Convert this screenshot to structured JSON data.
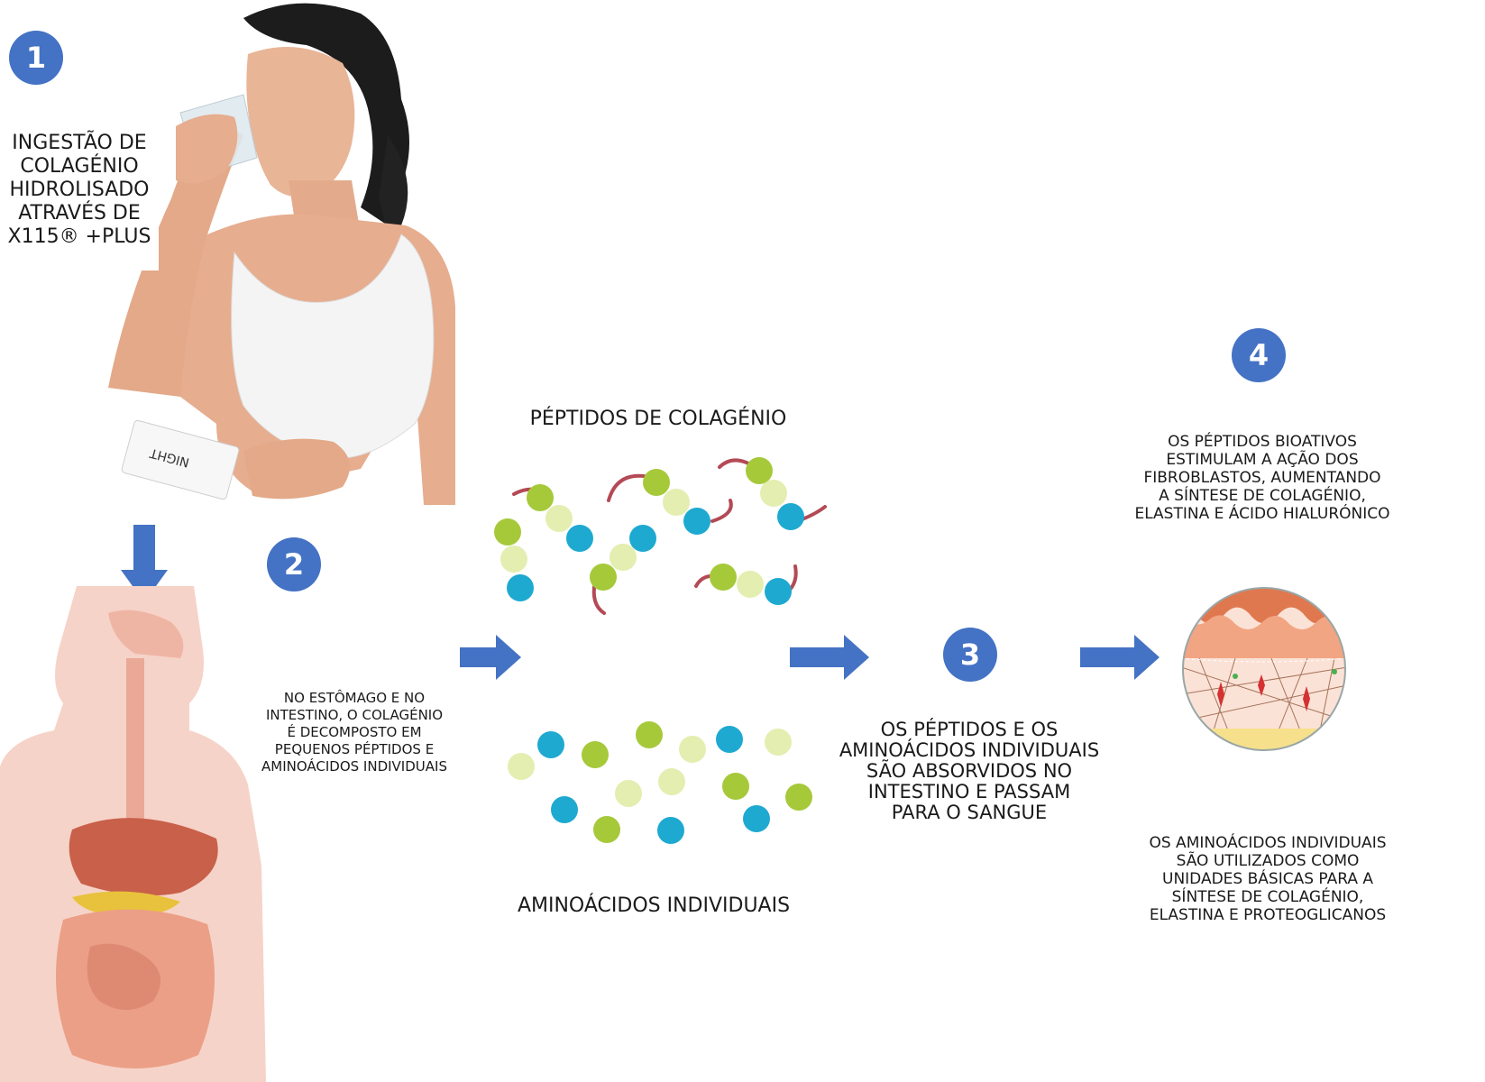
{
  "colors": {
    "badge": "#4472c4",
    "arrow": "#4472c4",
    "green": "#a6c93a",
    "lightgreen": "#e3eeb0",
    "blue": "#1ea9d1",
    "chain": "#b34a55",
    "body": "#f6d3c8"
  },
  "steps": [
    {
      "number": "1",
      "text": "INGESTÃO DE\nCOLAGÉNIO\nHIDROLISADO\nATRAVÉS DE\nX115®  +PLUS"
    },
    {
      "number": "2",
      "text": "NO ESTÔMAGO E NO\nINTESTINO, O COLAGÉNIO\nÉ DECOMPOSTO EM\nPEQUENOS PÉPTIDOS E\nAMINOÁCIDOS INDIVIDUAIS"
    },
    {
      "number": "3",
      "text": "OS PÉPTIDOS E OS\nAMINOÁCIDOS INDIVIDUAIS\nSÃO ABSORVIDOS NO\nINTESTINO E PASSAM\nPARA O SANGUE"
    },
    {
      "number": "4",
      "text_top": "OS PÉPTIDOS BIOATIVOS\nESTIMULAM A AÇÃO DOS\nFIBROBLASTOS, AUMENTANDO\nA SÍNTESE DE COLAGÉNIO,\nELASTINA E ÁCIDO HIALURÓNICO",
      "text_bottom": "OS AMINOÁCIDOS INDIVIDUAIS\nSÃO UTILIZADOS COMO\nUNIDADES BÁSICAS PARA A\nSÍNTESE DE COLAGÉNIO,\nELASTINA E PROTEOGLICANOS"
    }
  ],
  "labels": {
    "peptides": "PÉPTIDOS DE COLAGÉNIO",
    "amino_acids": "AMINOÁCIDOS INDIVIDUAIS"
  },
  "sachet_text": "NIGHT"
}
